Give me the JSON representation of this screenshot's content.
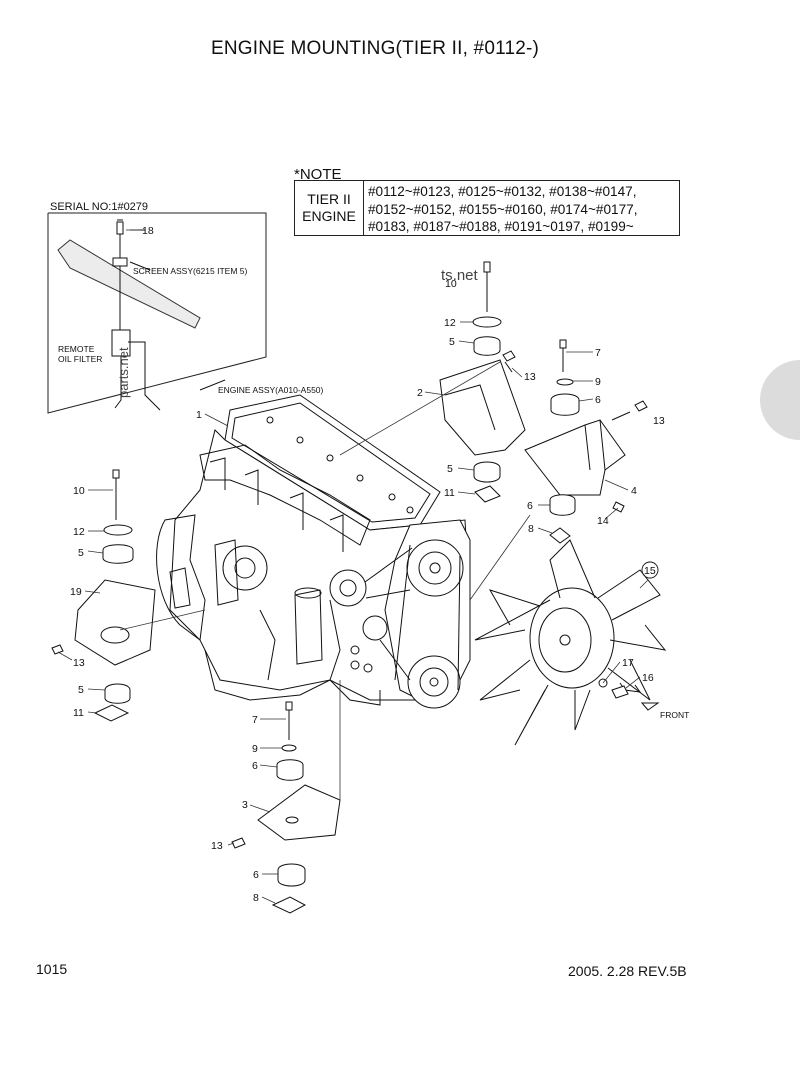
{
  "title": "ENGINE MOUNTING(TIER II, #0112-)",
  "note": {
    "label": "*NOTE",
    "tier_line1": "TIER II",
    "tier_line2": "ENGINE",
    "serial_rows": [
      "#0112~#0123, #0125~#0132, #0138~#0147,",
      "#0152~#0152, #0155~#0160, #0174~#0177,",
      "#0183, #0187~#0188, #0191~0197, #0199~"
    ]
  },
  "inset": {
    "serial": "SERIAL NO:1#0279",
    "screen_assy": "SCREEN ASSY(6215 ITEM 5)",
    "remote_line1": "REMOTE",
    "remote_line2": "OIL FILTER",
    "engine_assy": "ENGINE ASSY(A010-A550)",
    "item_18": "18"
  },
  "callouts": {
    "c1": "1",
    "c2": "2",
    "c3": "3",
    "c4": "4",
    "c5a": "5",
    "c5b": "5",
    "c5c": "5",
    "c5d": "5",
    "c6a": "6",
    "c6b": "6",
    "c6c": "6",
    "c6d": "6",
    "c7a": "7",
    "c7b": "7",
    "c8a": "8",
    "c8b": "8",
    "c9a": "9",
    "c9b": "9",
    "c10a": "10",
    "c10b": "10",
    "c11a": "11",
    "c11b": "11",
    "c12a": "12",
    "c12b": "12",
    "c13a": "13",
    "c13b": "13",
    "c13c": "13",
    "c13d": "13",
    "c14": "14",
    "c15": "15",
    "c16": "16",
    "c17": "17",
    "c19": "19"
  },
  "front_label": "FRONT",
  "watermarks": {
    "w1": "ts.net",
    "w2": "parts.net"
  },
  "footer": {
    "page": "1015",
    "revision": "2005. 2.28  REV.5B"
  }
}
